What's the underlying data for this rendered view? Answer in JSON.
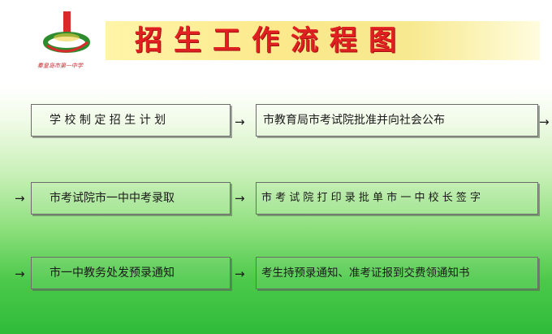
{
  "header": {
    "title": "招生工作流程图",
    "school_name": "秦皇岛市第一中学"
  },
  "colors": {
    "title_red": "#e02020",
    "logo_red": "#d82b2b",
    "logo_green": "#2e8b2e",
    "band_yellow": "#fbe98b"
  },
  "flow": {
    "step1": "学 校 制 定 招 生 计 划",
    "step2": "市教育局市考试院批准并向社会公布",
    "step3": "市考试院市一中中考录取",
    "step4": "市 考 试 院 打 印 录 批 单 市 一 中 校 长 签 字",
    "step5": "市一中教务处发预录通知",
    "step6": "考生持预录通知、准考证报到交费领通知书"
  },
  "arrow_glyph": "→"
}
